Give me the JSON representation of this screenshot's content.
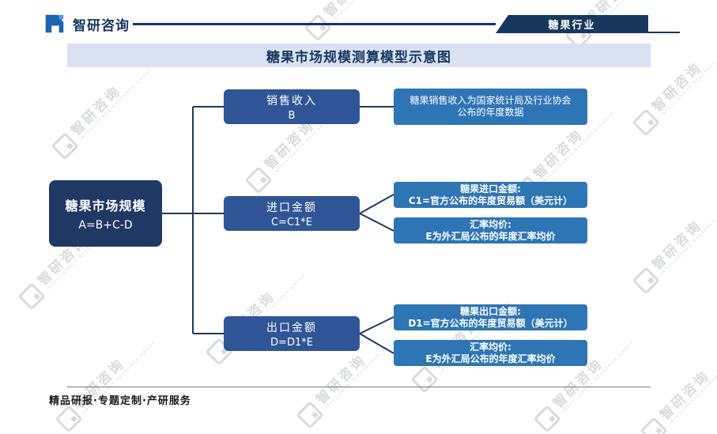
{
  "header": {
    "brand": "智研咨询",
    "ribbon": "糖果行业"
  },
  "title": "糖果市场规模测算模型示意图",
  "diagram": {
    "root": {
      "line1": "糖果市场规模",
      "line2": "A=B+C-D"
    },
    "branches": [
      {
        "node": {
          "line1": "销售收入",
          "line2": "B"
        },
        "leaves": [
          {
            "line1": "糖果销售收入为国家统计局及行业协会",
            "line2": "公布的年度数据"
          }
        ]
      },
      {
        "node": {
          "line1": "进口金额",
          "line2": "C=C1*E"
        },
        "leaves": [
          {
            "line1": "糖果进口金额:",
            "line2": "C1=官方公布的年度贸易额（美元计）"
          },
          {
            "line1": "汇率均价:",
            "line2": "E为外汇局公布的年度汇率均价"
          }
        ]
      },
      {
        "node": {
          "line1": "出口金额",
          "line2": "D=D1*E"
        },
        "leaves": [
          {
            "line1": "糖果出口金额:",
            "line2": "D1=官方公布的年度贸易额（美元计）"
          },
          {
            "line1": "汇率均价:",
            "line2": "E为外汇局公布的年度汇率均价"
          }
        ]
      }
    ]
  },
  "footer": {
    "services": "精品研报·专题定制·产研服务"
  },
  "watermark": {
    "text": "智研咨询",
    "subtext": "INTELLIGENCE RESEARCH GROUP"
  },
  "colors": {
    "navy": "#1f3864",
    "node_blue": "#2f5597",
    "leaf_blue": "#2e75b6",
    "title_bg": "#d9e2f3"
  }
}
